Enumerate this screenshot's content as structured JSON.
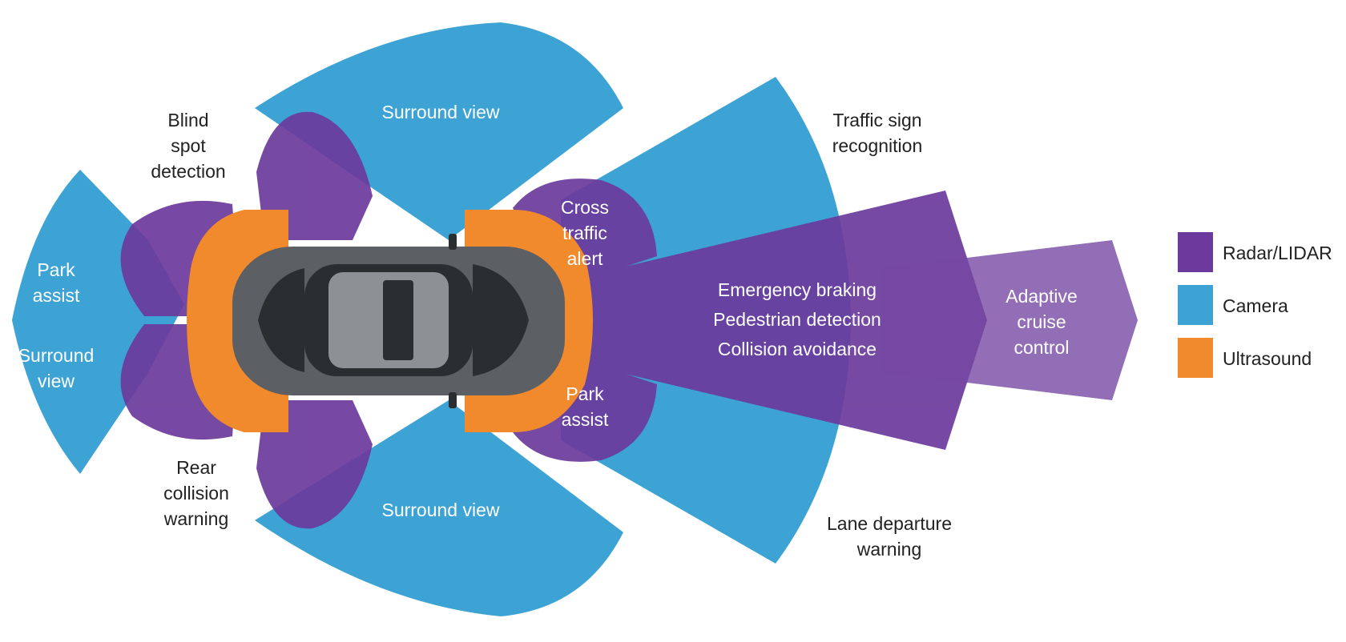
{
  "colors": {
    "radar": "#6b3a9c",
    "camera": "#3ca3d4",
    "ultrasound": "#f08a2c",
    "car_body": "#5c5f63",
    "car_glass": "#2b2e31"
  },
  "labels": {
    "blind_spot": [
      "Blind",
      "spot",
      "detection"
    ],
    "park_assist_rear": [
      "Park",
      "assist"
    ],
    "surround_view_rear": [
      "Surround",
      "view"
    ],
    "rear_collision": [
      "Rear",
      "collision",
      "warning"
    ],
    "surround_view_top": "Surround view",
    "surround_view_bottom": "Surround view",
    "cross_traffic": [
      "Cross",
      "traffic",
      "alert"
    ],
    "park_assist_front": [
      "Park",
      "assist"
    ],
    "traffic_sign": [
      "Traffic sign",
      "recognition"
    ],
    "lane_departure": [
      "Lane departure",
      "warning"
    ],
    "front_radar": [
      "Emergency braking",
      "Pedestrian detection",
      "Collision avoidance"
    ],
    "adaptive_cruise": [
      "Adaptive",
      "cruise",
      "control"
    ]
  },
  "legend": [
    {
      "label": "Radar/LIDAR",
      "color": "#6b3a9c"
    },
    {
      "label": "Camera",
      "color": "#3ca3d4"
    },
    {
      "label": "Ultrasound",
      "color": "#f08a2c"
    }
  ]
}
